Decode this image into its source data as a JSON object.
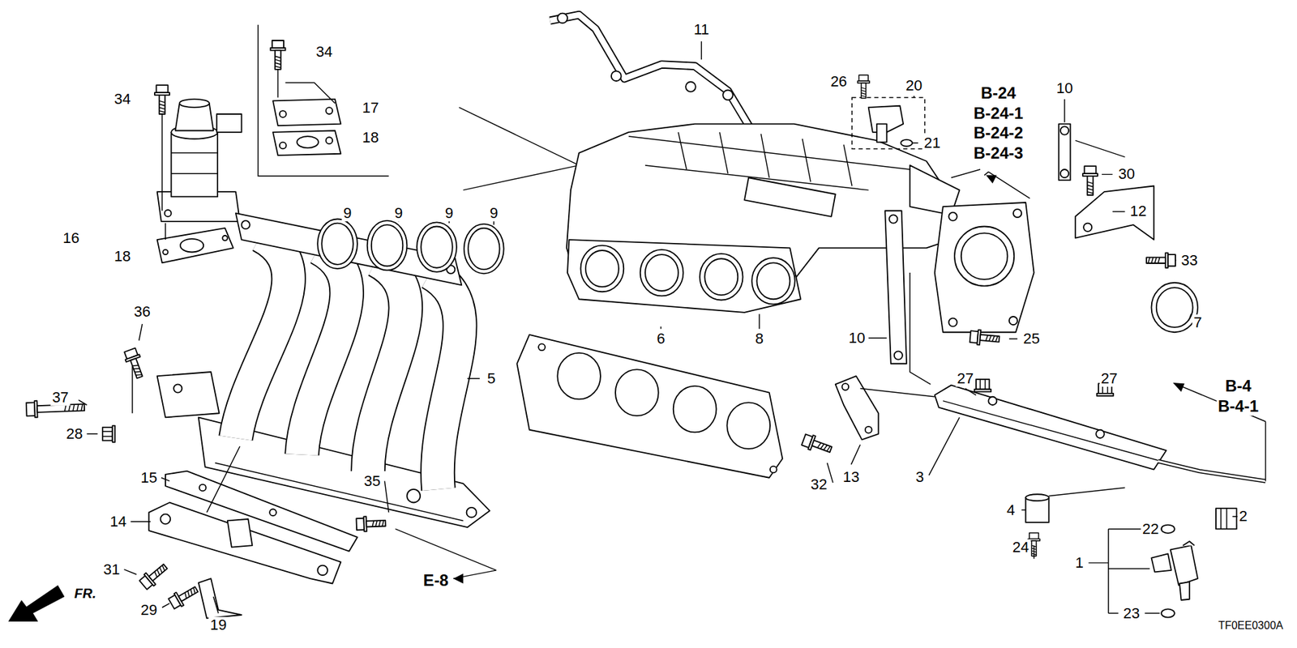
{
  "diagram": {
    "labels": [
      "11",
      "34",
      "34",
      "17",
      "18",
      "20",
      "26",
      "21",
      "B-24",
      "B-24-1",
      "B-24-2",
      "B-24-3",
      "10",
      "30",
      "12",
      "33",
      "16",
      "18",
      "9",
      "9",
      "9",
      "9",
      "5",
      "8",
      "6",
      "10",
      "25",
      "7",
      "36",
      "37",
      "28",
      "13",
      "27",
      "27",
      "3",
      "B-4",
      "B-4-1",
      "32",
      "15",
      "14",
      "35",
      "4",
      "22",
      "2",
      "24",
      "1",
      "31",
      "29",
      "19",
      "23",
      "E-8",
      "FR.",
      "TF0EE0300A"
    ]
  }
}
